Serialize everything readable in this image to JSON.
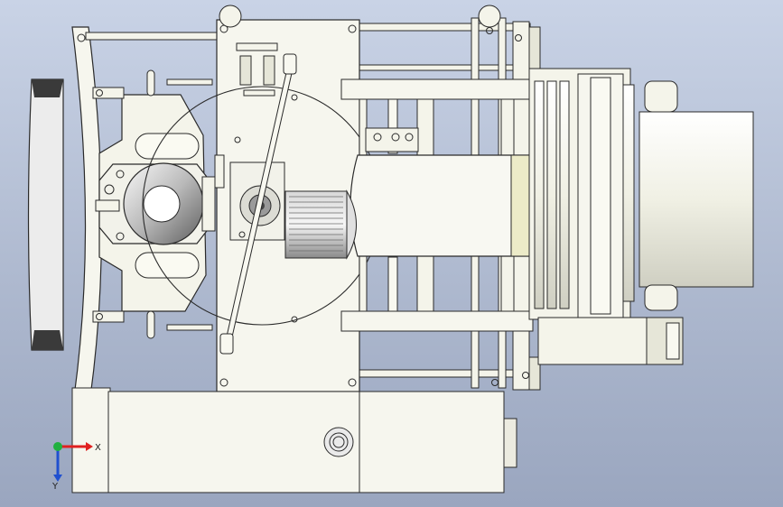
{
  "window": {
    "title": ""
  },
  "viewport": {
    "view": "top",
    "background": "gradient-blue-grey"
  },
  "model": {
    "name": "",
    "description": ""
  },
  "triad": {
    "x_label": "X",
    "y_label": "Y",
    "x_color": "#e02020",
    "y_color": "#2050d0",
    "z_color": "#20b040"
  },
  "colors": {
    "part_fill": "#f4f4ea",
    "part_fill_dark": "#e6e6d8",
    "edge": "#2a2a2a",
    "pad": "#3a3a3a",
    "highlight": "#ecebc8"
  },
  "icons": [
    "bolt-icon",
    "bearing-icon",
    "motor-icon",
    "roller-icon"
  ]
}
